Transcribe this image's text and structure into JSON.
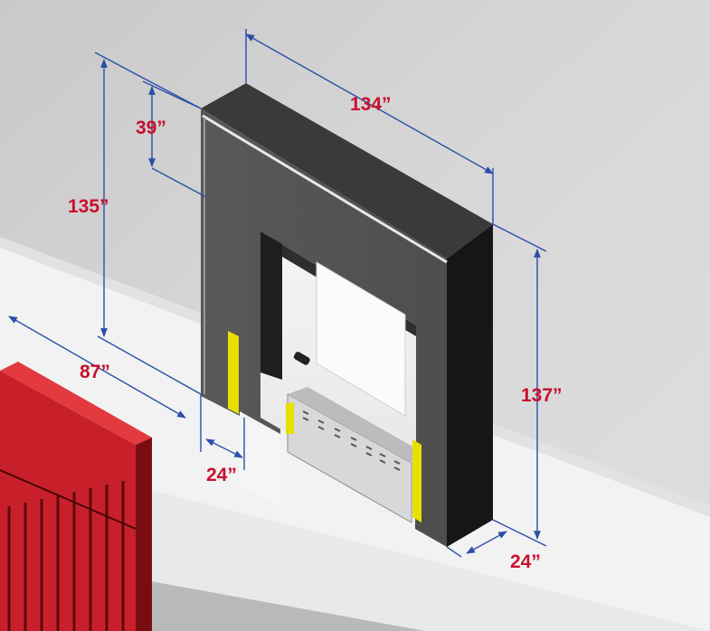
{
  "dimensions": {
    "width_top": "134”",
    "header_height": "39”",
    "overall_height_left": "135”",
    "overall_height_right": "137”",
    "opening_width": "87”",
    "side_depth_left": "24”",
    "side_depth_right": "24”"
  },
  "colors": {
    "dimension_text": "#c8102e",
    "dimension_line": "#2a4fa8",
    "frame_gray": "#5c5c5c",
    "frame_side": "#1a1a1a",
    "warning_stripe": "#e8e000",
    "trailer_red": "#c8202a",
    "wall": "#d6d6d6"
  },
  "icons": [
    "arrowhead",
    "dock-seal",
    "trailer"
  ]
}
